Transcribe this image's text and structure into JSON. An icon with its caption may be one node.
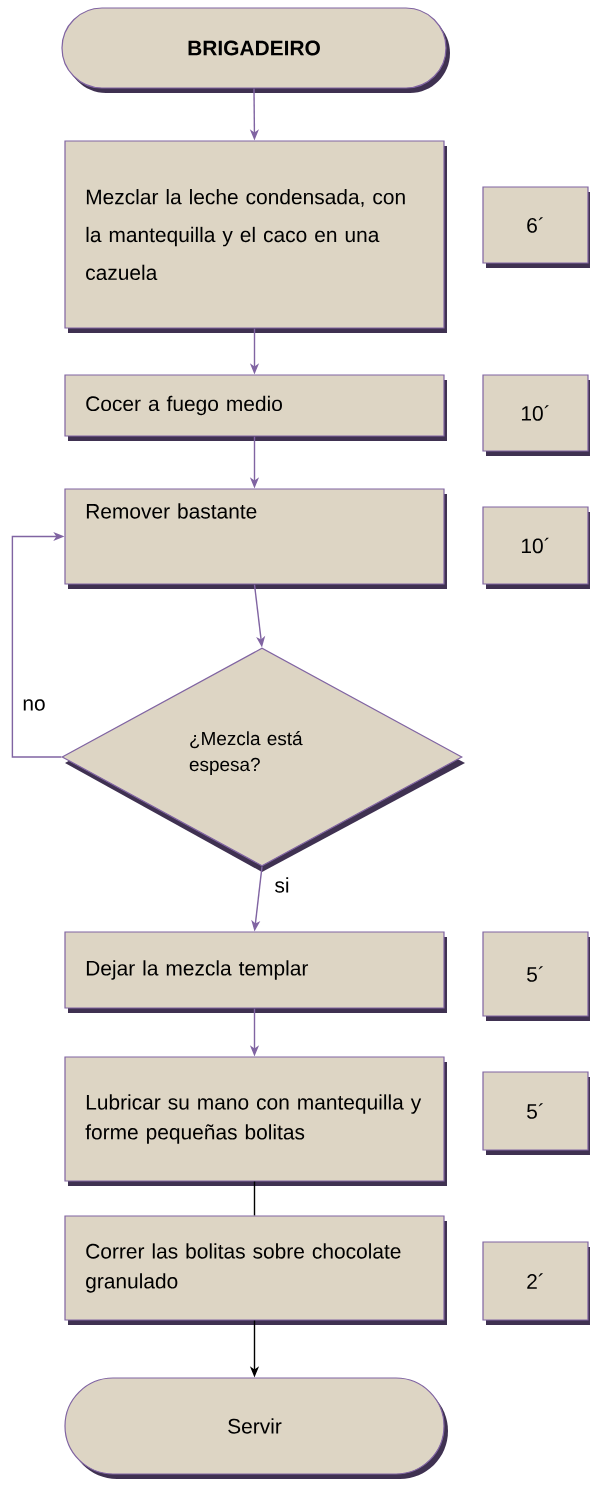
{
  "diagram": {
    "nodes": [
      {
        "text": [
          "BRIGADEIRO"
        ]
      },
      {
        "text": [
          "Mezclar la leche condensada, con la mantequilla y el caco en una cazuela"
        ]
      },
      {
        "text": [
          "6´"
        ]
      },
      {
        "text": [
          "Cocer a fuego medio"
        ]
      },
      {
        "text": [
          "10´"
        ]
      },
      {
        "text": [
          "Remover bastante"
        ]
      },
      {
        "text": [
          "10´"
        ]
      },
      {
        "text": [
          "¿Mezcla está espesa?"
        ]
      },
      {
        "text": [
          "Dejar la mezcla templar"
        ]
      },
      {
        "text": [
          "5´"
        ]
      },
      {
        "text": [
          "Lubricar su mano con mantequilla y forme pequeñas bolitas"
        ]
      },
      {
        "text": [
          "5´"
        ]
      },
      {
        "text": [
          "Correr las bolitas sobre chocolate granulado"
        ]
      },
      {
        "text": [
          "2´"
        ]
      },
      {
        "text": [
          "Servir"
        ]
      }
    ],
    "edges": [
      {
        "from": 0,
        "to": 1,
        "arrow": "to"
      },
      {
        "from": 1,
        "to": 3,
        "arrow": "to"
      },
      {
        "from": 3,
        "to": 5,
        "arrow": "to"
      },
      {
        "from": 5,
        "to": 7,
        "arrow": "to"
      },
      {
        "from": 7,
        "to": 5,
        "arrow": "to",
        "label": "no"
      },
      {
        "from": 7,
        "to": 8,
        "arrow": "to",
        "label": "si"
      },
      {
        "from": 8,
        "to": 10,
        "arrow": "to"
      },
      {
        "from": 10,
        "to": 12,
        "arrow": "none",
        "color": "#000000"
      },
      {
        "from": 12,
        "to": 14,
        "arrow": "to",
        "color": "#000000"
      }
    ]
  }
}
